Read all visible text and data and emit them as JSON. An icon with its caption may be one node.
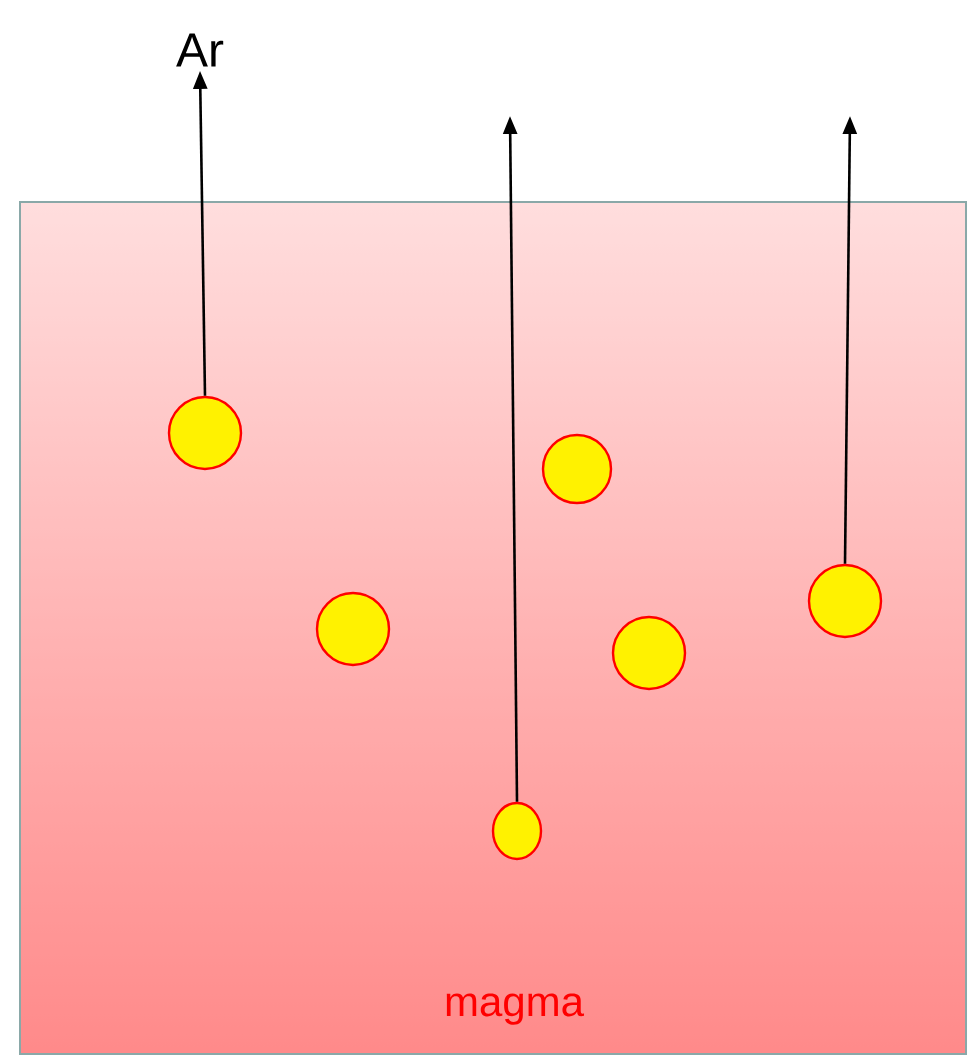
{
  "diagram": {
    "nodes": [
      {
        "text": [
          "magma"
        ]
      },
      {
        "text": [
          "Ar"
        ]
      },
      {
        "text": [],
        "shape": "circle",
        "in": 0
      },
      {
        "text": [],
        "shape": "circle",
        "in": 0
      },
      {
        "text": [],
        "shape": "circle",
        "in": 0
      },
      {
        "text": [],
        "shape": "circle",
        "in": 0
      },
      {
        "text": [],
        "shape": "circle",
        "in": 0
      },
      {
        "text": [],
        "shape": "circle",
        "in": 0
      }
    ],
    "edges": [
      {
        "from": 2,
        "to": 1,
        "arrow": "to"
      },
      {
        "from": 7,
        "to": null,
        "arrow": "to"
      },
      {
        "from": 4,
        "to": null,
        "arrow": "to"
      }
    ]
  }
}
